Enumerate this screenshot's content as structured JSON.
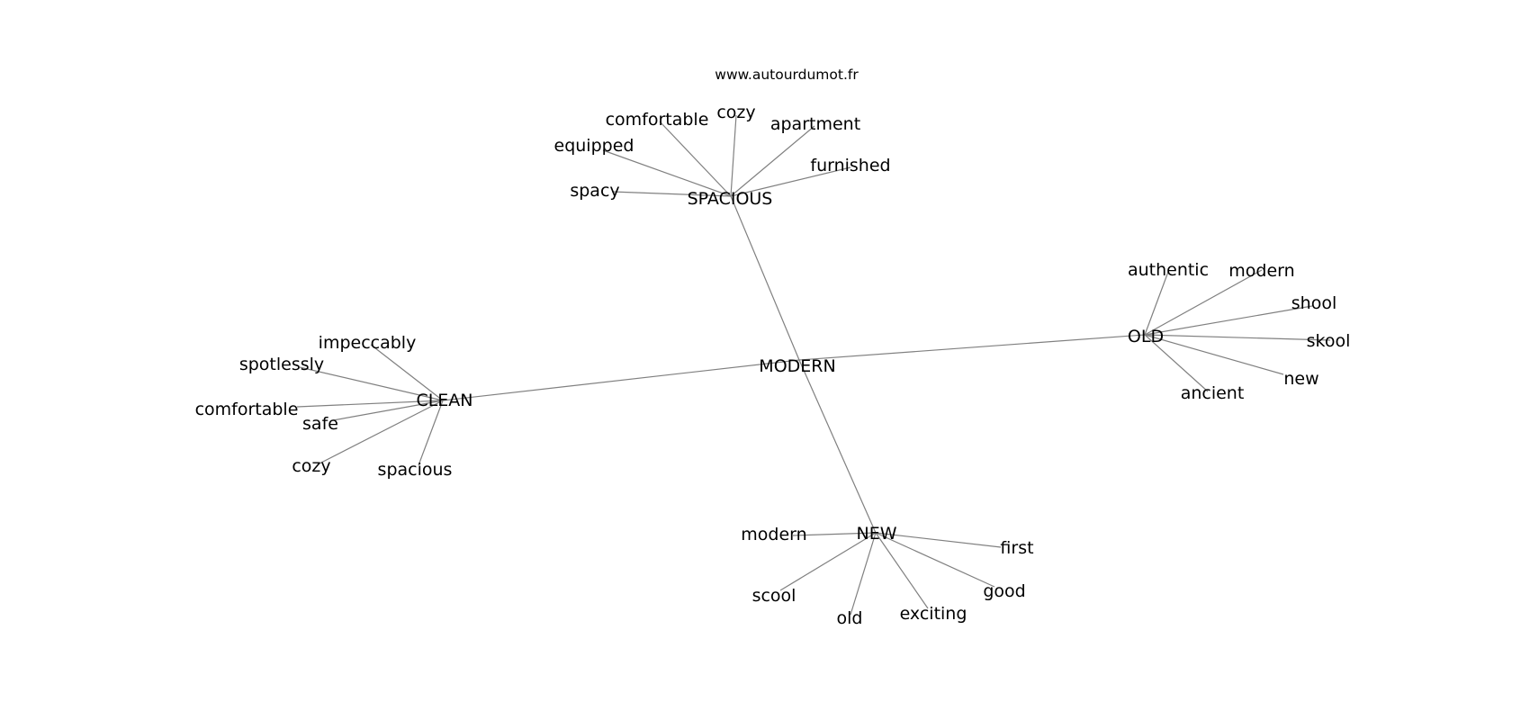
{
  "source": "www.autourdumot.fr",
  "center": "MODERN",
  "clusters": [
    {
      "id": "spacious",
      "label": "SPACIOUS",
      "leaves": [
        "comfortable",
        "cozy",
        "apartment",
        "equipped",
        "furnished",
        "spacy"
      ]
    },
    {
      "id": "old",
      "label": "OLD",
      "leaves": [
        "authentic",
        "modern",
        "shool",
        "skool",
        "new",
        "ancient"
      ]
    },
    {
      "id": "clean",
      "label": "CLEAN",
      "leaves": [
        "impeccably",
        "spotlessly",
        "comfortable",
        "safe",
        "cozy",
        "spacious"
      ]
    },
    {
      "id": "new",
      "label": "NEW",
      "leaves": [
        "modern",
        "first",
        "scool",
        "good",
        "old",
        "exciting"
      ]
    }
  ]
}
